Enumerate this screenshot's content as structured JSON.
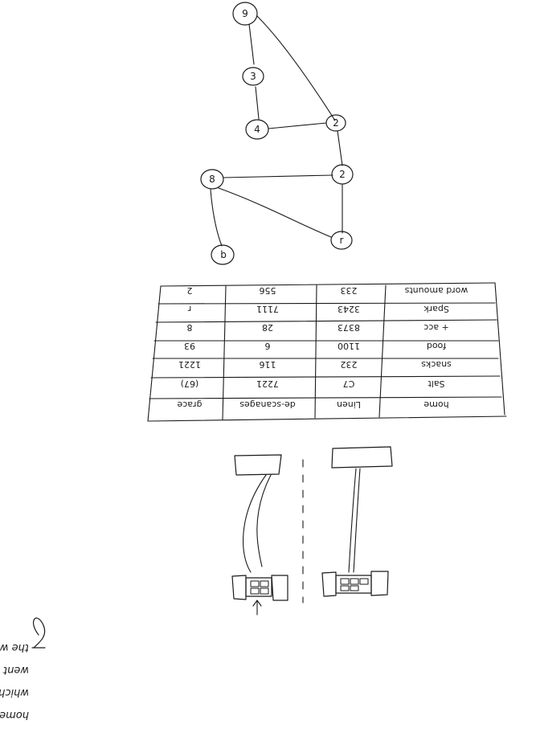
{
  "graph": {
    "nodes": [
      {
        "id": "n1",
        "label": "9"
      },
      {
        "id": "n2",
        "label": "3"
      },
      {
        "id": "n3",
        "label": "4"
      },
      {
        "id": "n4",
        "label": "2"
      },
      {
        "id": "n5",
        "label": "8"
      },
      {
        "id": "n6",
        "label": "2"
      },
      {
        "id": "n7",
        "label": "r"
      },
      {
        "id": "n8",
        "label": "b"
      }
    ]
  },
  "table": {
    "rows": [
      [
        "word amounts",
        "233",
        "556",
        "2"
      ],
      [
        "Spark",
        "3243",
        "7111",
        "r"
      ],
      [
        "+ acc",
        "8373",
        "28",
        "8"
      ],
      [
        "food",
        "1100",
        "6",
        "93"
      ],
      [
        "snacks",
        "232",
        "116",
        "1221"
      ],
      [
        "Salt",
        "C7",
        "7221",
        "(67)"
      ],
      [
        "home",
        "Linen",
        "de-scanages",
        "grace"
      ]
    ]
  },
  "notes": {
    "lines": [
      "home a party period, it's really the manage",
      "which is and all reliable, somewhere it's ok, on the",
      "went after what we have, first second option-",
      "the wonder. Not hold the capital with a delay-"
    ]
  }
}
